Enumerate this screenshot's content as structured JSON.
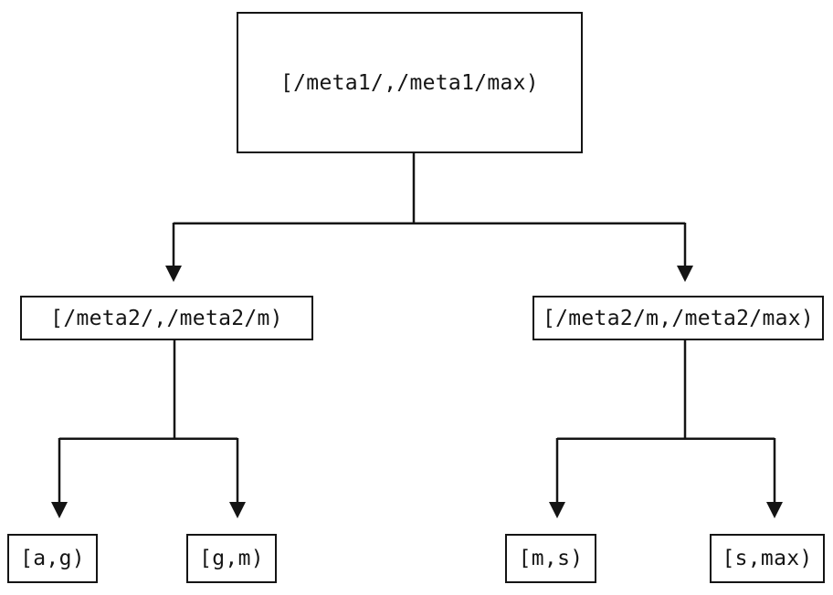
{
  "tree": {
    "root": {
      "label": "[/meta1/,/meta1/max)"
    },
    "level2": [
      {
        "label": "[/meta2/,/meta2/m)"
      },
      {
        "label": "[/meta2/m,/meta2/max)"
      }
    ],
    "level3": [
      {
        "label": "[a,g)"
      },
      {
        "label": "[g,m)"
      },
      {
        "label": "[m,s)"
      },
      {
        "label": "[s,max)"
      }
    ],
    "colors": {
      "background": "#ffffff",
      "stroke": "#141414",
      "text": "#141414"
    }
  }
}
